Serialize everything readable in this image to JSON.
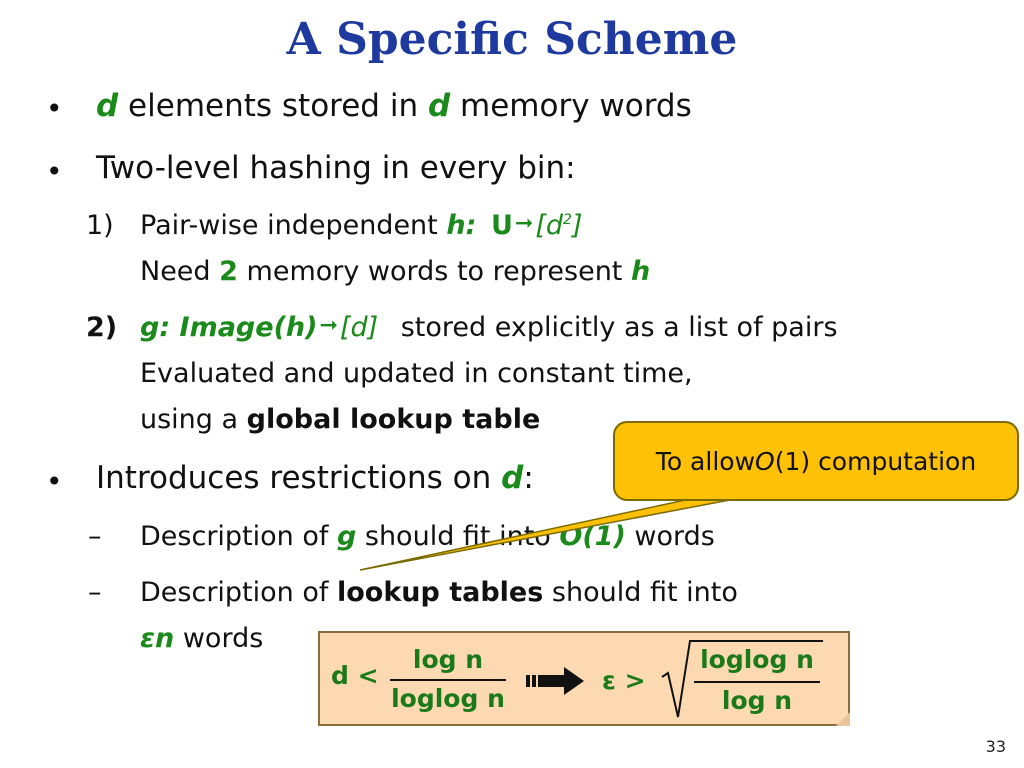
{
  "slide": {
    "title": "A Specific Scheme",
    "page_number": "33"
  },
  "bullets": [
    {
      "pre": "",
      "var1": "d",
      "mid": " elements stored in ",
      "var2": "d",
      "post": " memory words"
    },
    {
      "text": "Two-level hashing in every bin:"
    },
    {
      "text_pre": "Introduces restrictions on ",
      "var": "d",
      "post": ":"
    }
  ],
  "bullet_symbol": "•",
  "dash_symbol": "–",
  "numbered": [
    {
      "num": "1)",
      "line1_pre": "Pair-wise independent ",
      "line1_fn": "h:",
      "line1_U": "U",
      "line1_range": "[d",
      "line1_sup": "2",
      "line1_close": "]",
      "line2_pre": "Need ",
      "line2_num": "2",
      "line2_mid": " memory words to represent ",
      "line2_var": "h"
    },
    {
      "num": "2)",
      "line1_fn": "g: Image(h)",
      "line1_range": "[d]",
      "line1_post": "stored explicitly as a list of pairs",
      "line2": "Evaluated and updated in constant time,",
      "line3_pre": "using a ",
      "line3_bold": "global lookup table"
    }
  ],
  "dashes": [
    {
      "pre": "Description of ",
      "var": "g",
      "mid": " should fit into ",
      "big_o": "O(1)",
      "post": " words"
    },
    {
      "pre": "Description of ",
      "bold": "lookup tables",
      "post": " should fit into",
      "line2_var": "εn",
      "line2_post": " words"
    }
  ],
  "callout": {
    "pre": "To allow ",
    "o": "O",
    "post": "(1) computation",
    "fill": "#fec105"
  },
  "formula": {
    "lhs": "d <",
    "num1": "log n",
    "den1": "loglog n",
    "rel": "ε >",
    "num2": "loglog n",
    "den2": "log n",
    "fill": "#fdd9b1"
  },
  "colors": {
    "title": "#1f3a9e",
    "accent_green": "#1a8a1a"
  }
}
